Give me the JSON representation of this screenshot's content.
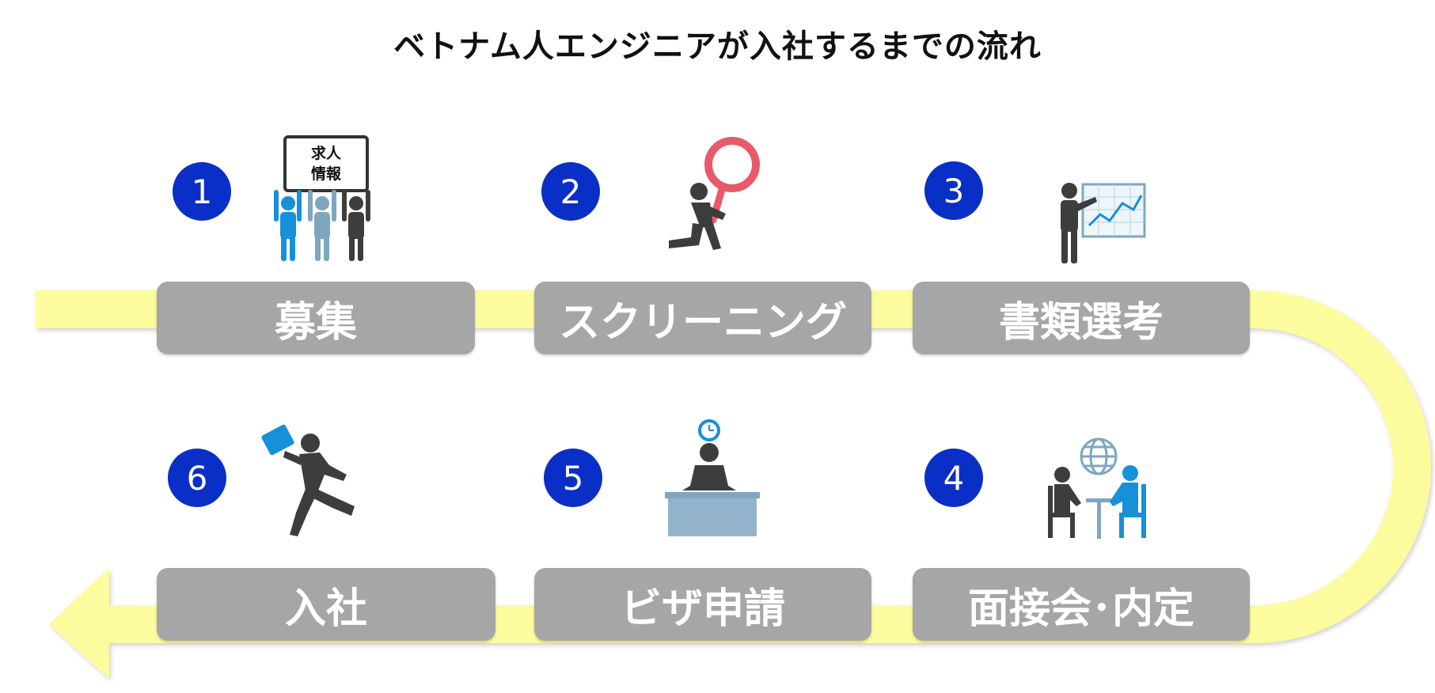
{
  "title": "ベトナム人エンジニアが入社するまでの流れ",
  "sign": {
    "line1": "求人",
    "line2": "情報"
  },
  "steps": [
    {
      "number": "1",
      "label": "募集",
      "icon": "recruiting-sign-people-icon"
    },
    {
      "number": "2",
      "label": "スクリーニング",
      "icon": "magnifier-runner-icon"
    },
    {
      "number": "3",
      "label": "書類選考",
      "icon": "presenter-chart-icon"
    },
    {
      "number": "4",
      "label": "面接会･内定",
      "icon": "interview-globe-icon"
    },
    {
      "number": "5",
      "label": "ビザ申請",
      "icon": "desk-clock-icon"
    },
    {
      "number": "6",
      "label": "入社",
      "icon": "running-briefcase-icon"
    }
  ],
  "colors": {
    "path": "#fcfb9e",
    "box": "#a6a6a6",
    "number": "#0a2fc7",
    "figure_dark": "#3d3d3d",
    "figure_blue": "#1690d9",
    "figure_gray_blue": "#7fa6bf",
    "magnifier": "#e85a6a"
  }
}
